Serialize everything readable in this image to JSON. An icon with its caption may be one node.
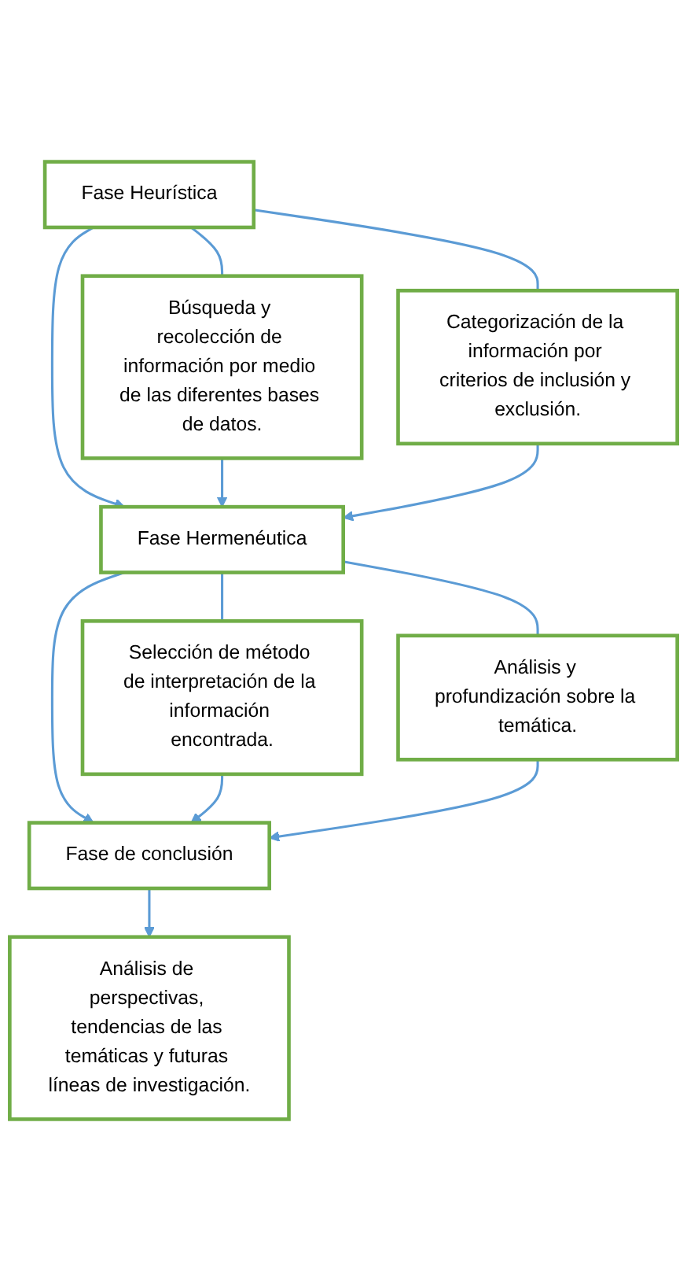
{
  "diagram": {
    "nodes": [
      {
        "text": [
          "Fase Heurística"
        ]
      },
      {
        "text": [
          "Búsqueda y recolección de información por medio de las diferentes bases de datos."
        ]
      },
      {
        "text": [
          "Categorización de la información por criterios de inclusión y exclusión."
        ]
      },
      {
        "text": [
          "Fase Hermenéutica"
        ]
      },
      {
        "text": [
          "Selección de método de interpretación de la información encontrada."
        ]
      },
      {
        "text": [
          "Análisis y profundización sobre la temática."
        ]
      },
      {
        "text": [
          "Fase de conclusión"
        ]
      },
      {
        "text": [
          "Análisis de perspectivas, tendencias de las temáticas y futuras líneas de investigación."
        ]
      }
    ],
    "edges": [
      {
        "from": 0,
        "to": 3,
        "arrow": "to"
      },
      {
        "from": 0,
        "to": 1,
        "arrow": "none"
      },
      {
        "from": 0,
        "to": 2,
        "arrow": "none"
      },
      {
        "from": 1,
        "to": 3,
        "arrow": "to"
      },
      {
        "from": 2,
        "to": 3,
        "arrow": "to"
      },
      {
        "from": 3,
        "to": 6,
        "arrow": "to"
      },
      {
        "from": 3,
        "to": 4,
        "arrow": "none"
      },
      {
        "from": 3,
        "to": 5,
        "arrow": "none"
      },
      {
        "from": 4,
        "to": 6,
        "arrow": "to"
      },
      {
        "from": 5,
        "to": 6,
        "arrow": "to"
      },
      {
        "from": 6,
        "to": 7,
        "arrow": "to"
      }
    ]
  }
}
